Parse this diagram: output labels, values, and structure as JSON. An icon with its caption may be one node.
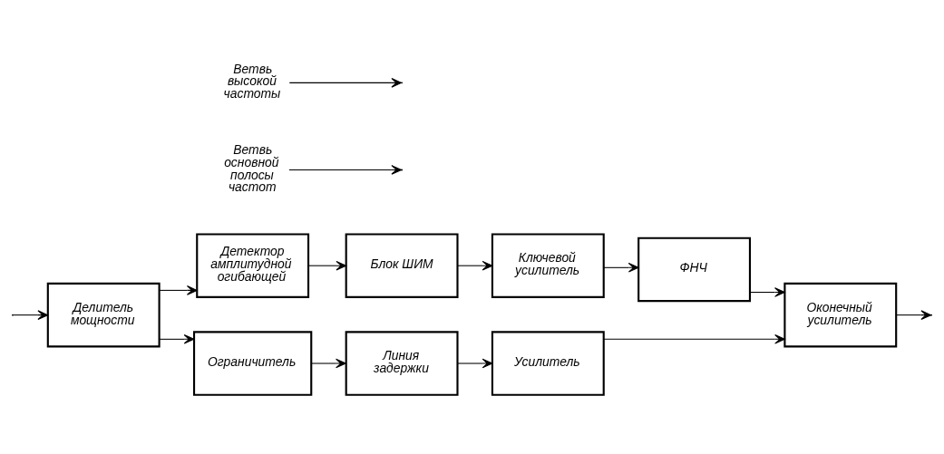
{
  "diagram": {
    "nodes": [
      {
        "text": [
          "Делитель мощности"
        ]
      },
      {
        "text": [
          "Детектор амплитудной огибающей"
        ]
      },
      {
        "text": [
          "Блок ШИМ"
        ]
      },
      {
        "text": [
          "Ключевой усилитель"
        ]
      },
      {
        "text": [
          "ФНЧ"
        ]
      },
      {
        "text": [
          "Ограничитель"
        ]
      },
      {
        "text": [
          "Линия задержки"
        ]
      },
      {
        "text": [
          "Усилитель"
        ]
      },
      {
        "text": [
          "Оконечный усилитель"
        ]
      },
      {
        "text": [
          "Ветвь основной полосы частот"
        ]
      },
      {
        "text": [
          "Ветвь высокой частоты"
        ]
      }
    ],
    "edges": [
      {
        "from": null,
        "to": 0,
        "arrow": "to"
      },
      {
        "from": 0,
        "to": 1,
        "arrow": "to"
      },
      {
        "from": 0,
        "to": 5,
        "arrow": "to"
      },
      {
        "from": 1,
        "to": 2,
        "arrow": "to"
      },
      {
        "from": 2,
        "to": 3,
        "arrow": "to"
      },
      {
        "from": 3,
        "to": 4,
        "arrow": "to"
      },
      {
        "from": 4,
        "to": 8,
        "arrow": "to"
      },
      {
        "from": 5,
        "to": 6,
        "arrow": "to"
      },
      {
        "from": 6,
        "to": 7,
        "arrow": "to"
      },
      {
        "from": 7,
        "to": 8,
        "arrow": "to"
      },
      {
        "from": 8,
        "to": null,
        "arrow": "to"
      },
      {
        "from": 9,
        "to": null,
        "arrow": "to"
      },
      {
        "from": 10,
        "to": null,
        "arrow": "to"
      }
    ]
  }
}
